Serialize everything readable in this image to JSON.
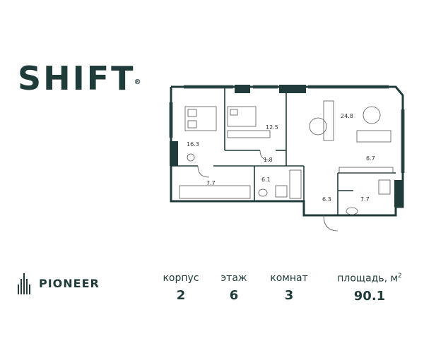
{
  "brand": {
    "logo": "SHIFT",
    "registered": "®"
  },
  "developer": {
    "name": "PIONEER"
  },
  "stats": {
    "building": {
      "label": "корпус",
      "value": "2"
    },
    "floor": {
      "label": "этаж",
      "value": "6"
    },
    "rooms": {
      "label": "комнат",
      "value": "3"
    },
    "area": {
      "label": "площадь, м",
      "label_sup": "2",
      "value": "90.1"
    }
  },
  "plan": {
    "rooms": [
      {
        "id": "bedroom-large",
        "area": "16.3"
      },
      {
        "id": "bedroom-small",
        "area": "12.5"
      },
      {
        "id": "living",
        "area": "24.8"
      },
      {
        "id": "kitchen",
        "area": "6.7"
      },
      {
        "id": "corridor",
        "area": "1.8"
      },
      {
        "id": "wardrobe",
        "area": "7.7"
      },
      {
        "id": "bathroom-1",
        "area": "6.1"
      },
      {
        "id": "hall",
        "area": "6.3"
      },
      {
        "id": "bathroom-2",
        "area": "7.7"
      }
    ]
  },
  "colors": {
    "primary": "#1f3b3a",
    "wall": "#1f3b3a",
    "furniture": "#555555"
  }
}
